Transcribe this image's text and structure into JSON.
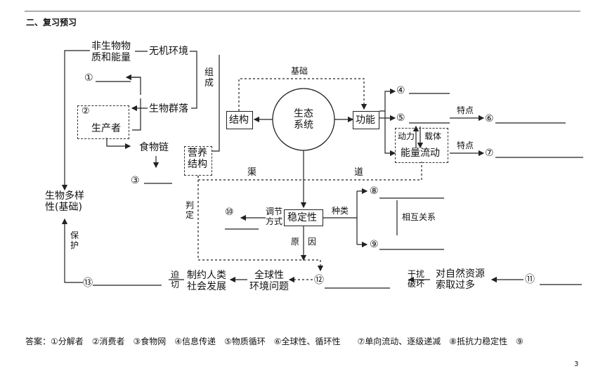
{
  "section_title": "二、复习预习",
  "nodes": {
    "non_bio": "非生物物\n质和能量",
    "inorganic_env": "无机环境",
    "composition": "组\n成",
    "blank1": "①",
    "community": "生物群落",
    "blank2": "②",
    "producer": "生产者",
    "food_chain": "食物链",
    "nutrition": "营养\n结构",
    "blank3": "③",
    "foundation": "基础",
    "structure": "结构",
    "ecosystem": "生态\n系统",
    "function": "功能",
    "blank4": "④",
    "blank5": "⑤",
    "feature1": "特点",
    "blank6": "⑥",
    "power": "动力",
    "carrier": "载体",
    "energy_flow": "能量流动",
    "feature2": "特点",
    "blank7": "⑦",
    "channel": "渠",
    "channel2": "道",
    "biodiversity": "生物多样\n性(基础)",
    "judge": "判\n定",
    "blank10": "⑩",
    "regulate": "调节\n方式",
    "stability": "稳定性",
    "kinds": "种类",
    "blank8": "⑧",
    "relation": "相互关系",
    "blank9": "⑨",
    "reason": "原　因",
    "protect": "保\n护",
    "blank13": "⑬",
    "urgent": "迫\n切",
    "restrict": "制约人类\n社会发展",
    "global_env": "全球性\n环境问题",
    "blank12": "⑫",
    "interfere": "干扰\n破坏",
    "overuse": "对自然资源\n索取过多",
    "blank11": "⑪"
  },
  "answers": "答案：①分解者　②消费者　③食物网　④信息传递　⑤物质循环　⑥全球性、循环性　　⑦单向流动、逐级递减　⑧抵抗力稳定性　⑨",
  "page_number": "3"
}
